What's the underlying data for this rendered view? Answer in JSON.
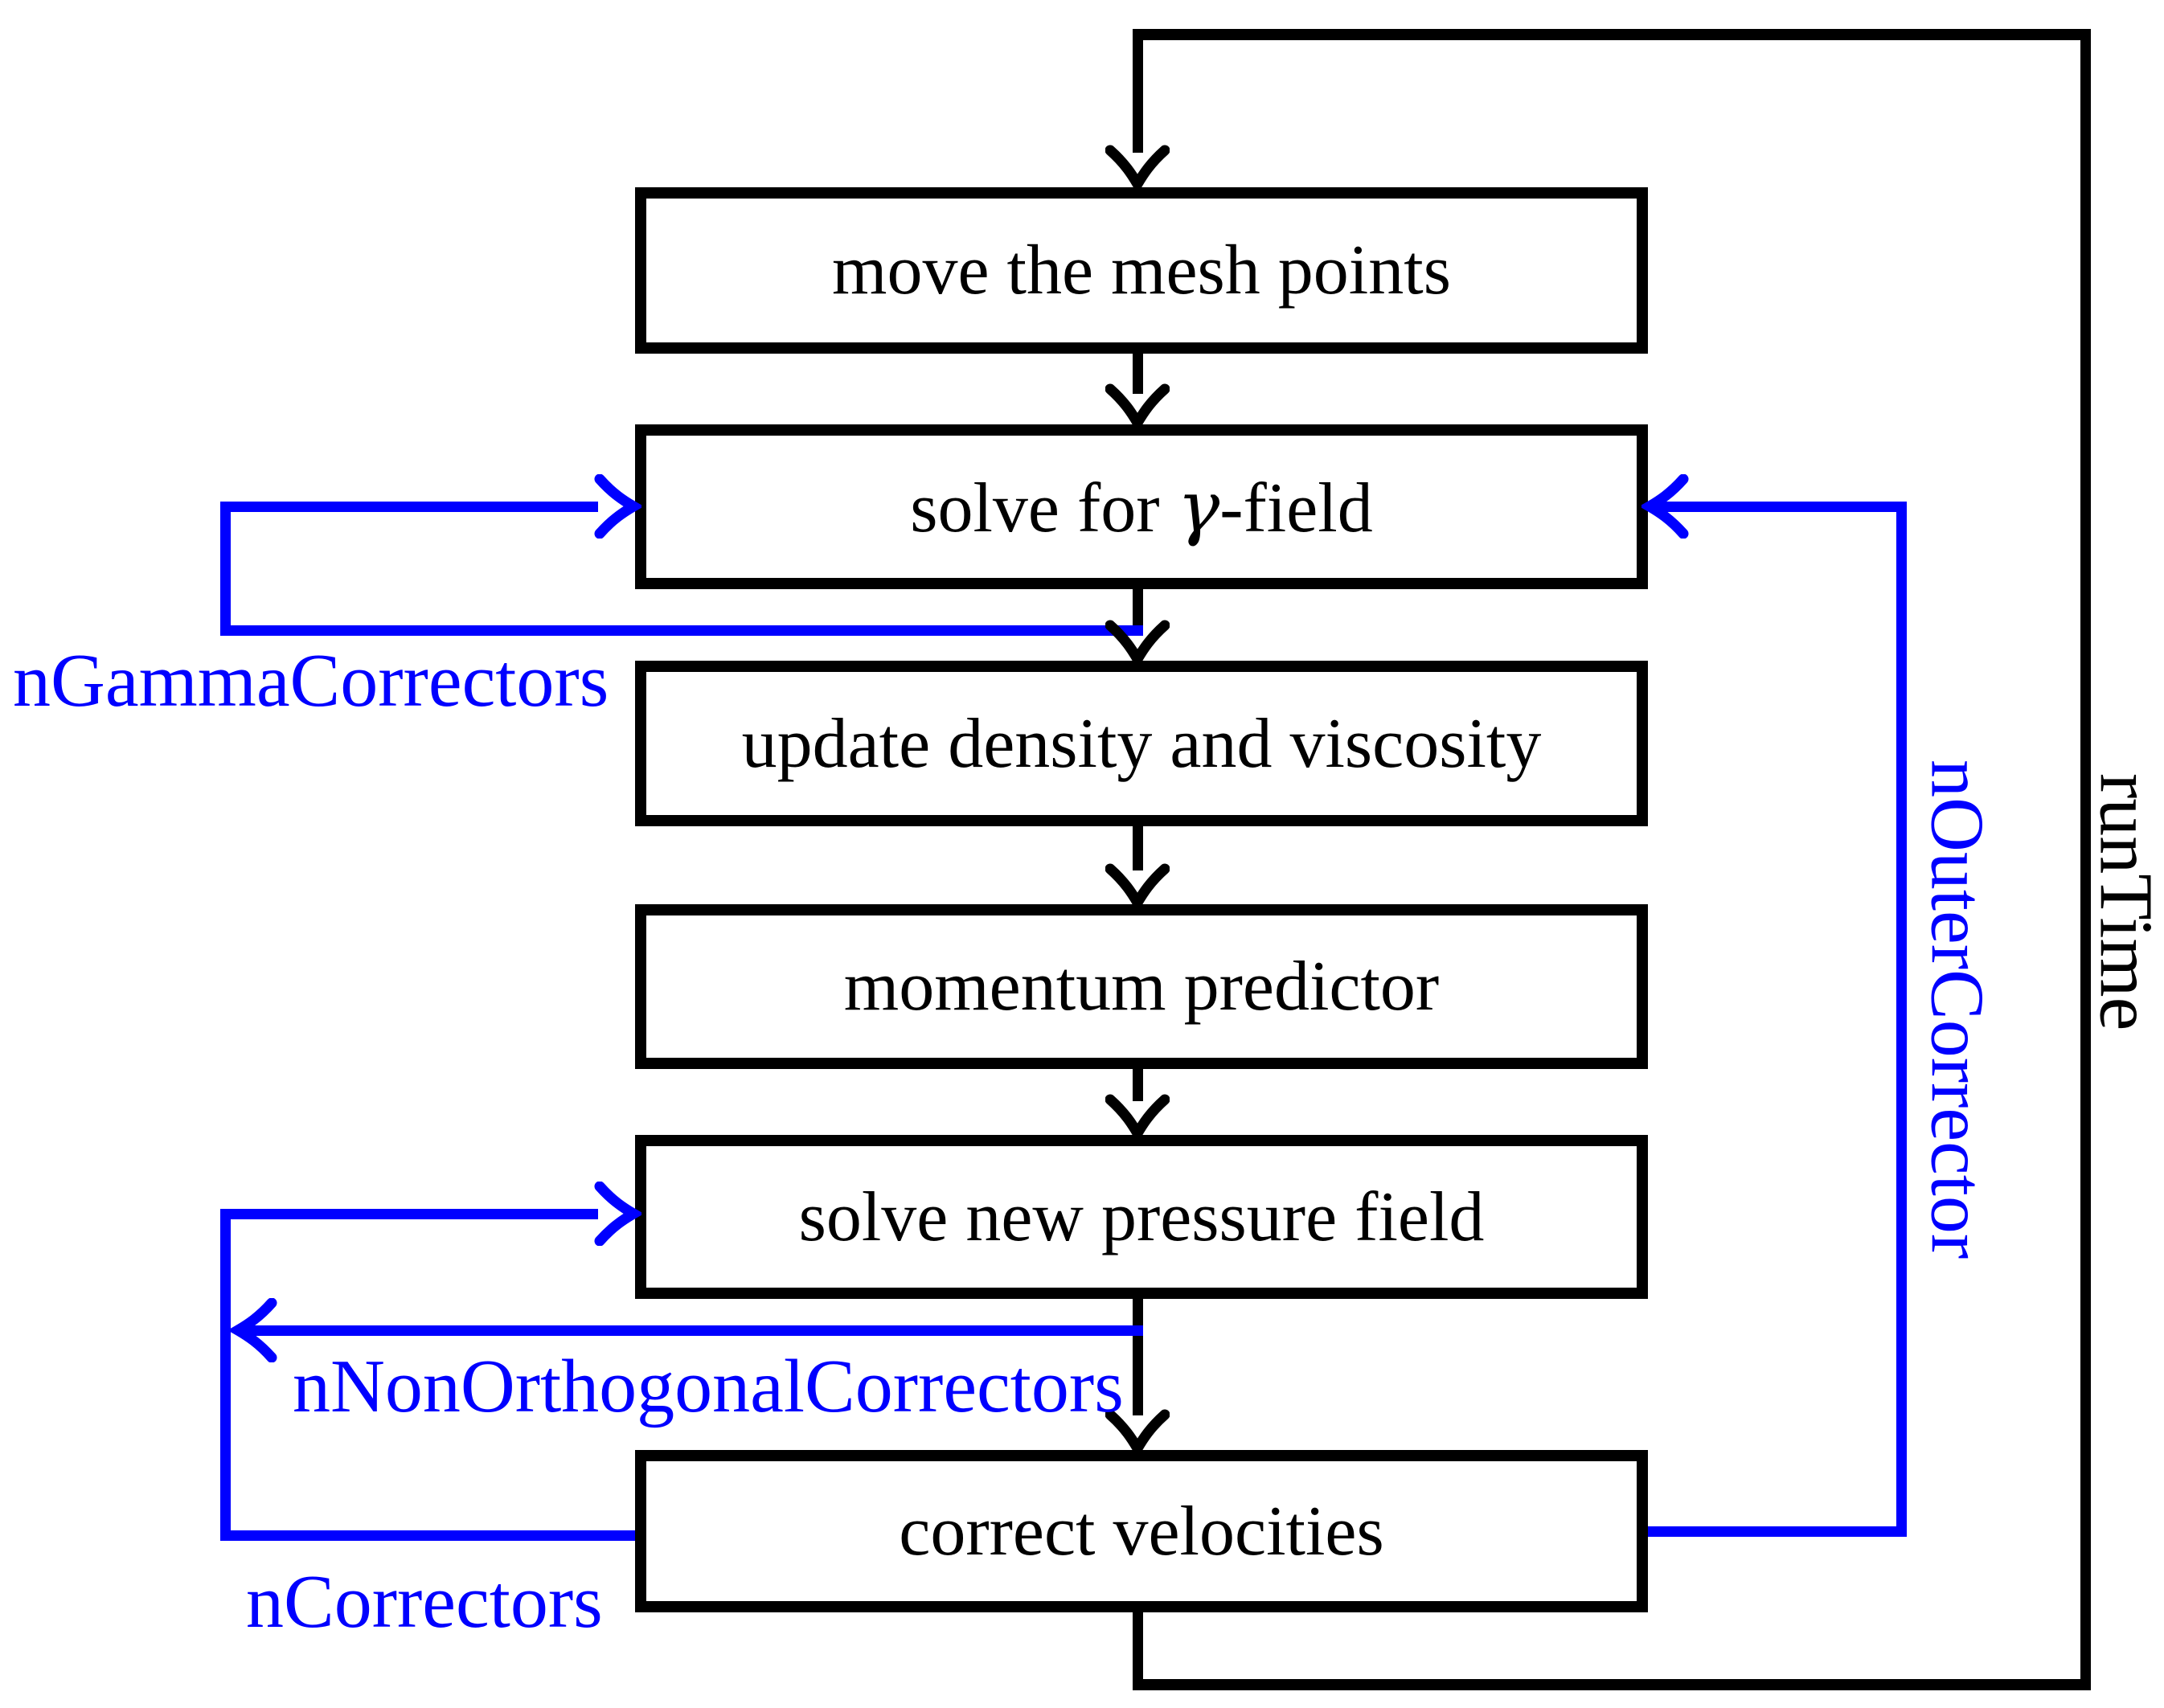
{
  "diagram": {
    "colors": {
      "loop_blue": "#0000ff",
      "line_black": "#000000",
      "background": "#ffffff"
    },
    "boxes": [
      {
        "label": "move the mesh points"
      },
      {
        "label_prefix": "solve for ",
        "label_gamma": "γ",
        "label_suffix": "-field"
      },
      {
        "label": "update density and viscosity"
      },
      {
        "label": "momentum predictor"
      },
      {
        "label": "solve new pressure field"
      },
      {
        "label": "correct velocities"
      }
    ],
    "loop_labels": {
      "gamma": "nGammaCorrectors",
      "non_orthogonal": "nNonOrthogonalCorrectors",
      "correctors": "nCorrectors",
      "outer": "nOuterCorrector",
      "runtime": "runTime"
    }
  }
}
